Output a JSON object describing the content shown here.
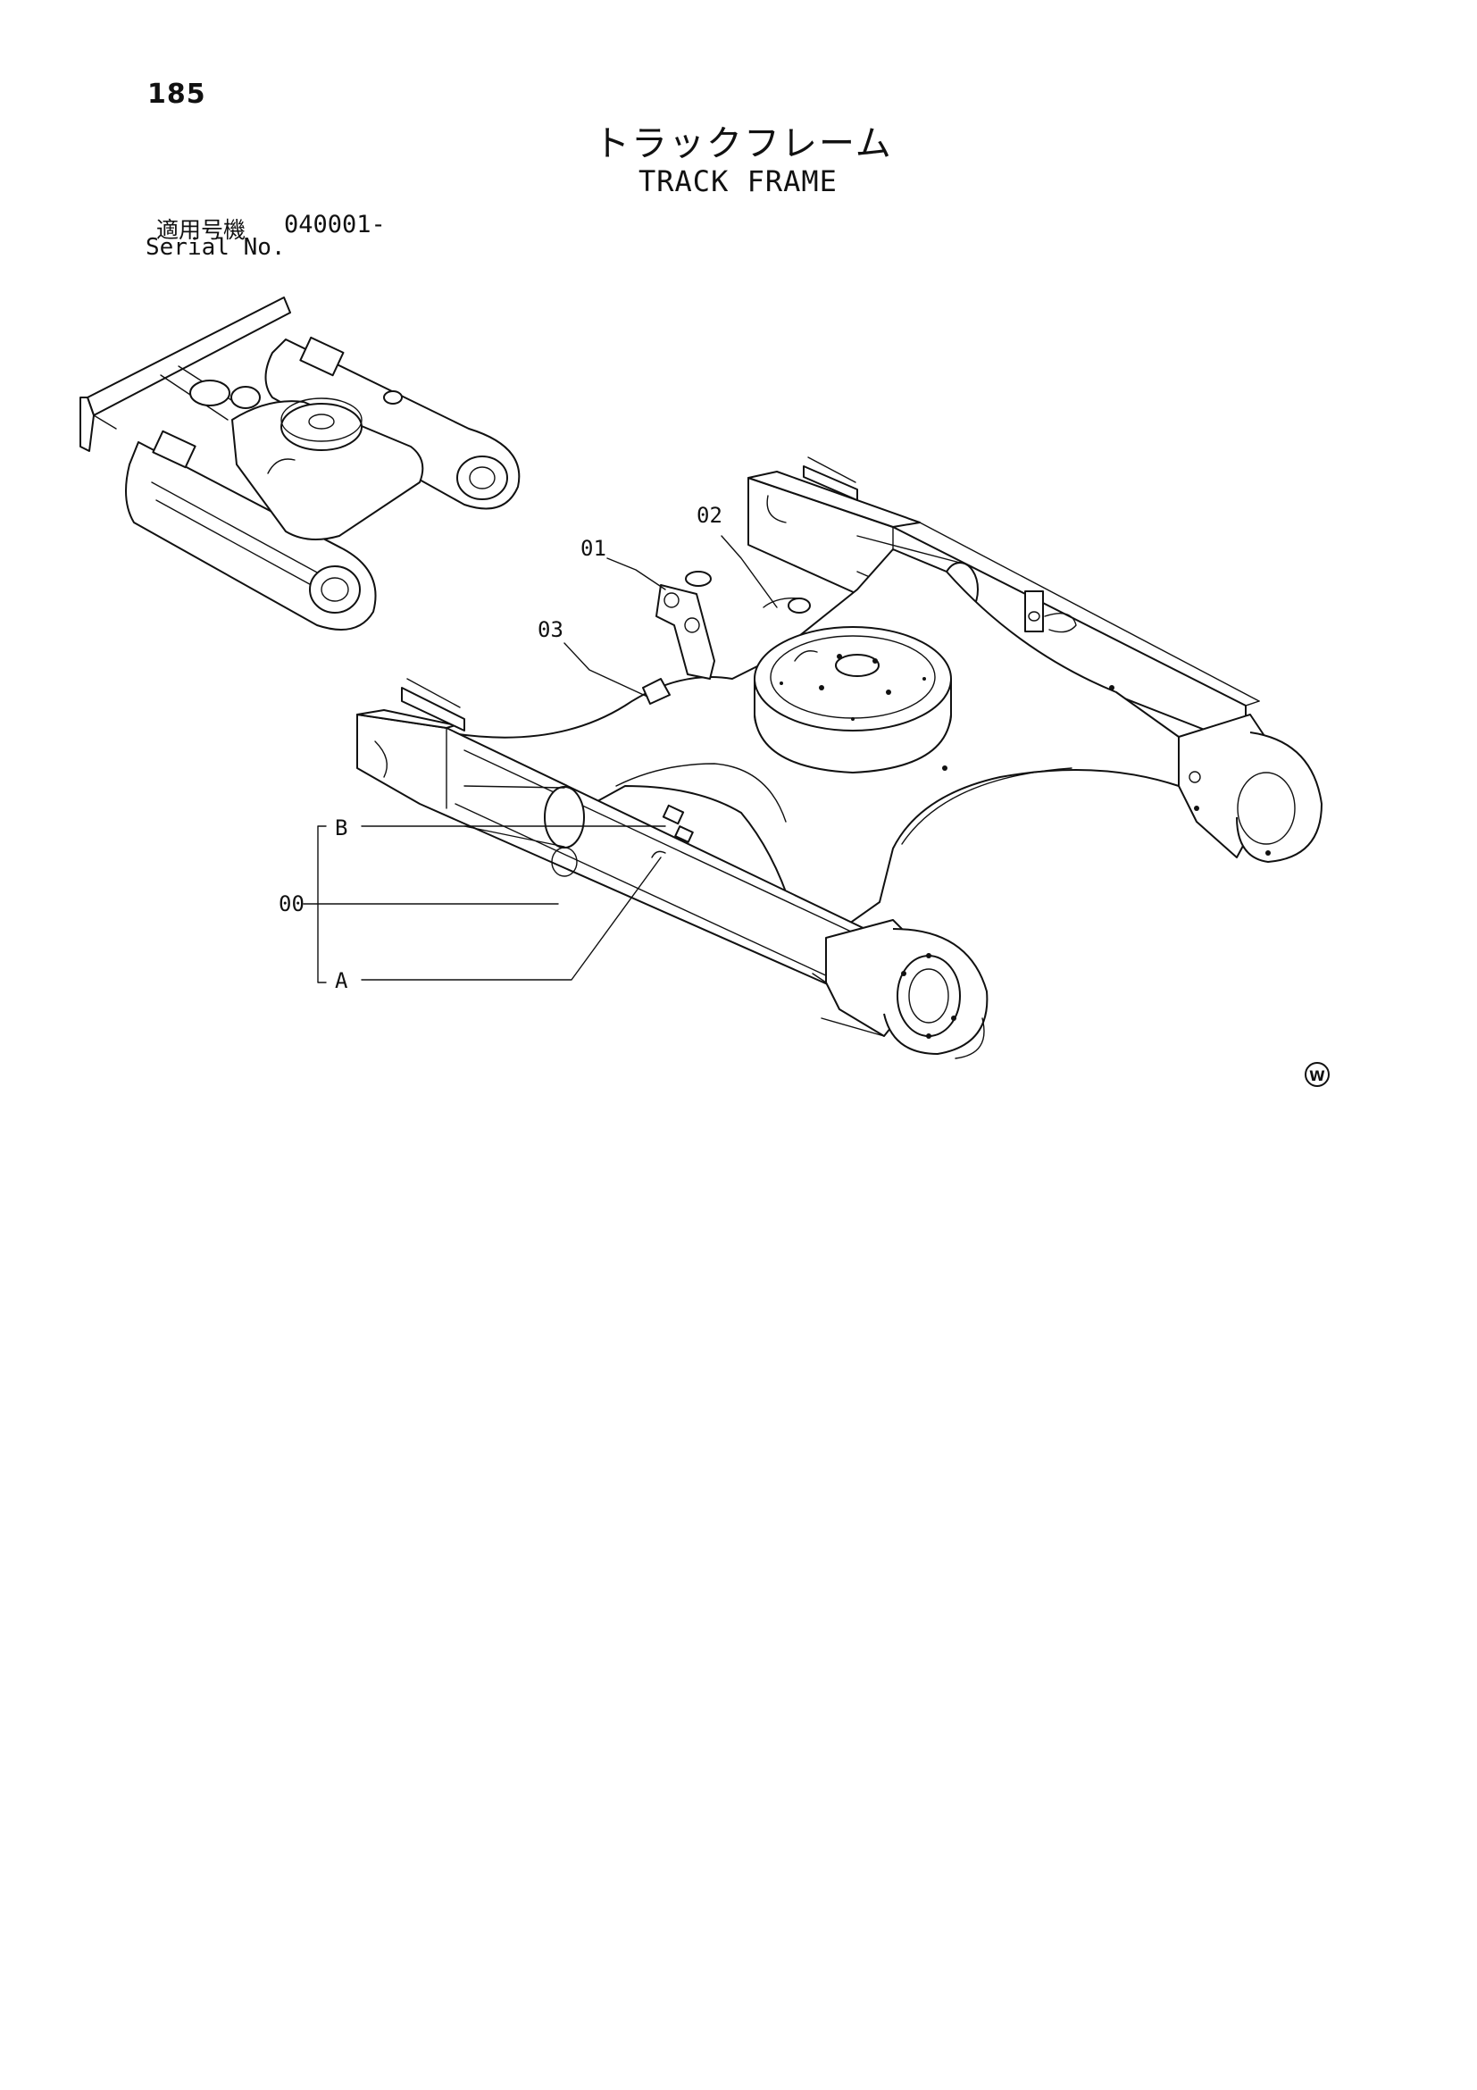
{
  "page": {
    "number": "185",
    "title_jp": "トラックフレーム",
    "title_en": "TRACK FRAME"
  },
  "serial": {
    "label_jp": "適用号機",
    "range": "040001-",
    "label_en": "Serial No."
  },
  "callouts": {
    "c01": "01",
    "c02": "02",
    "c03": "03",
    "c00": "00",
    "cA": "A",
    "cB": "B"
  },
  "corner_mark": "W"
}
